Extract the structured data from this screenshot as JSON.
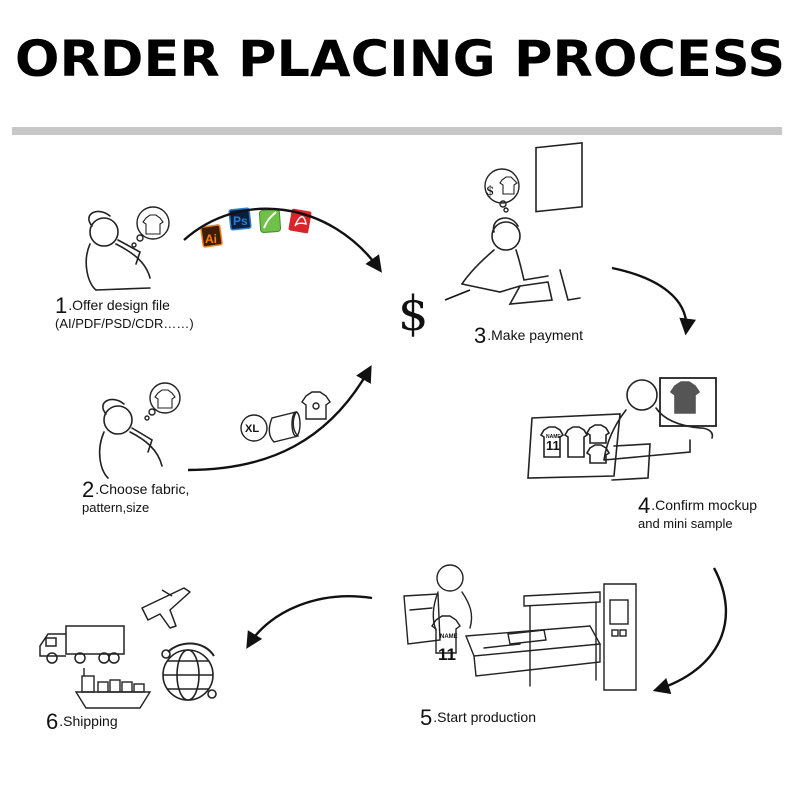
{
  "title": "ORDER PLACING PROCESS",
  "currency_symbol": "$",
  "steps": [
    {
      "number": "1",
      "label": ".Offer design file",
      "sub": "(AI/PDF/PSD/CDR……)"
    },
    {
      "number": "2",
      "label": ".Choose fabric,",
      "sub": "pattern,size"
    },
    {
      "number": "3",
      "label": ".Make payment",
      "sub": ""
    },
    {
      "number": "4",
      "label": ".Confirm mockup",
      "sub": "and mini sample"
    },
    {
      "number": "5",
      "label": ".Start production",
      "sub": ""
    },
    {
      "number": "6",
      "label": ".Shipping",
      "sub": ""
    }
  ],
  "file_icons": [
    {
      "name": "ai-file-icon",
      "text": "Ai",
      "color": "#ff7f18"
    },
    {
      "name": "ps-file-icon",
      "text": "Ps",
      "color": "#2a7fd4"
    },
    {
      "name": "cdr-file-icon",
      "text": "",
      "color": "#4caf3a"
    },
    {
      "name": "pdf-file-icon",
      "text": "",
      "color": "#d8242a"
    }
  ],
  "size_badge": "XL",
  "jersey_text": {
    "name": "NAME",
    "number": "11"
  }
}
